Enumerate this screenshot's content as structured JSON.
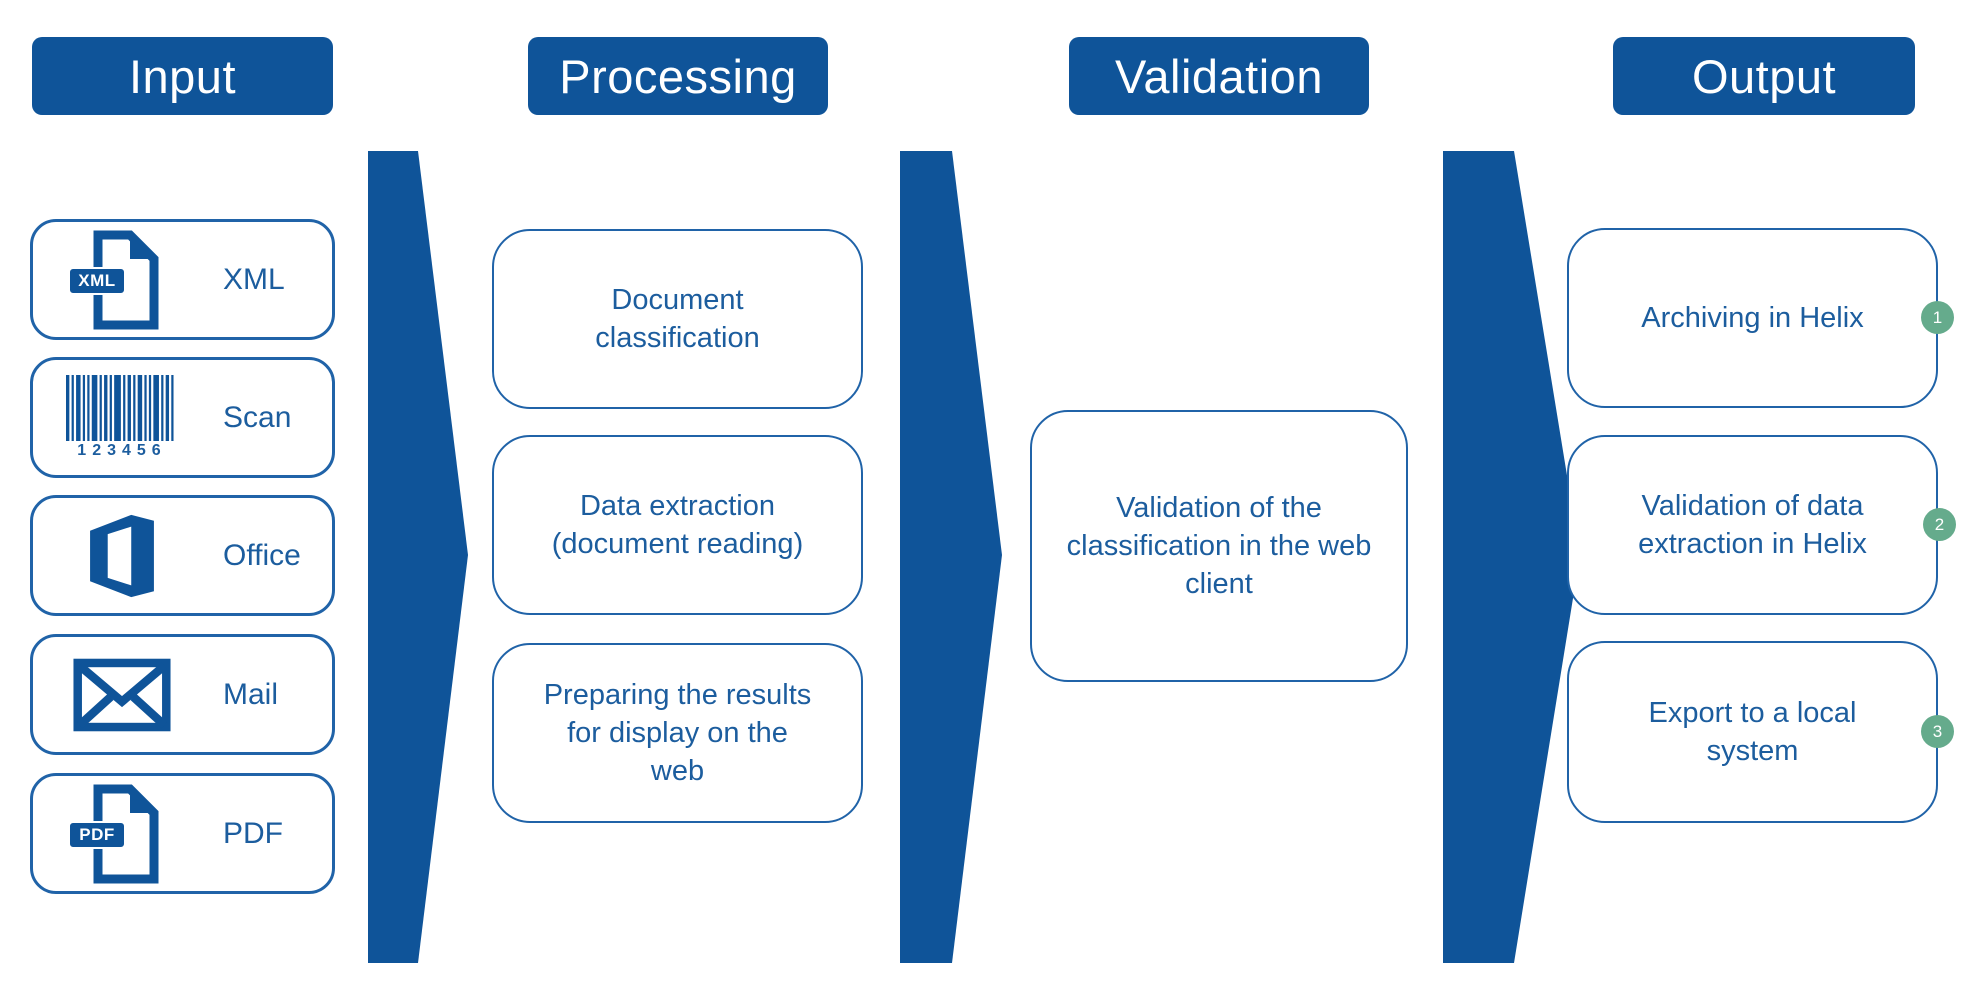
{
  "headers": [
    {
      "label": "Input"
    },
    {
      "label": "Processing"
    },
    {
      "label": "Validation"
    },
    {
      "label": "Output"
    }
  ],
  "input": {
    "items": [
      {
        "label": "XML",
        "icon": "xml-file-icon",
        "badge": "XML"
      },
      {
        "label": "Scan",
        "icon": "barcode-icon",
        "digits": "123456"
      },
      {
        "label": "Office",
        "icon": "office-icon"
      },
      {
        "label": "Mail",
        "icon": "mail-icon"
      },
      {
        "label": "PDF",
        "icon": "pdf-file-icon",
        "badge": "PDF"
      }
    ]
  },
  "processing": {
    "boxes": [
      {
        "label": "Document\nclassification"
      },
      {
        "label": "Data extraction\n(document reading)"
      },
      {
        "label": "Preparing the results\nfor display on the\nweb"
      }
    ]
  },
  "validation": {
    "boxes": [
      {
        "label": "Validation of the\nclassification in the web\nclient"
      }
    ]
  },
  "output": {
    "boxes": [
      {
        "label": "Archiving in Helix",
        "badge": "1"
      },
      {
        "label": "Validation of data\nextraction in Helix",
        "badge": "2"
      },
      {
        "label": "Export to a local\nsystem",
        "badge": "3"
      }
    ]
  },
  "colors": {
    "primary_blue": "#0f5499",
    "border_blue": "#2063a8",
    "text_blue": "#1c5d9e",
    "badge_green": "#65ab8c"
  }
}
